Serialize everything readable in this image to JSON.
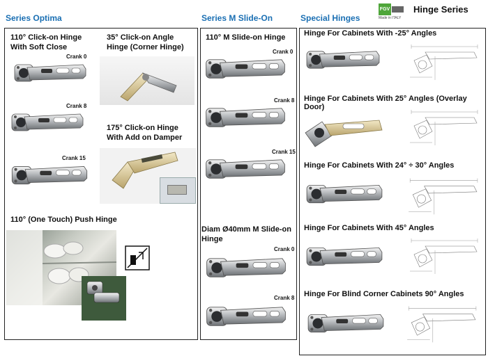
{
  "header": {
    "series_optima": "Series Optima",
    "series_m": "Series M Slide-On",
    "special": "Special Hinges",
    "logo_text": "FGV",
    "made_in": "Made in ITALY",
    "title": "Hinge Series"
  },
  "optima": {
    "soft_close": "110° Click-on Hinge With Soft Close",
    "angle_hinge": "35° Click-on Angle Hinge (Corner Hinge)",
    "damper": "175° Click-on Hinge With Add on Damper",
    "push": "110° (One Touch) Push Hinge",
    "cranks": [
      "Crank 0",
      "Crank 8",
      "Crank 15"
    ]
  },
  "m_series": {
    "slide_on": "110° M Slide-on Hinge",
    "cranks": [
      "Crank 0",
      "Crank 8",
      "Crank 15"
    ],
    "diam": "Diam Ø40mm M Slide-on Hinge",
    "diam_cranks": [
      "Crank 0",
      "Crank 8"
    ]
  },
  "special": {
    "items": [
      "Hinge For Cabinets With -25° Angles",
      "Hinge For Cabinets With 25° Angles (Overlay Door)",
      "Hinge For Cabinets With 24° ÷ 30° Angles",
      "Hinge For Cabinets With 45° Angles",
      "Hinge For Blind Corner Cabinets 90° Angles"
    ]
  }
}
